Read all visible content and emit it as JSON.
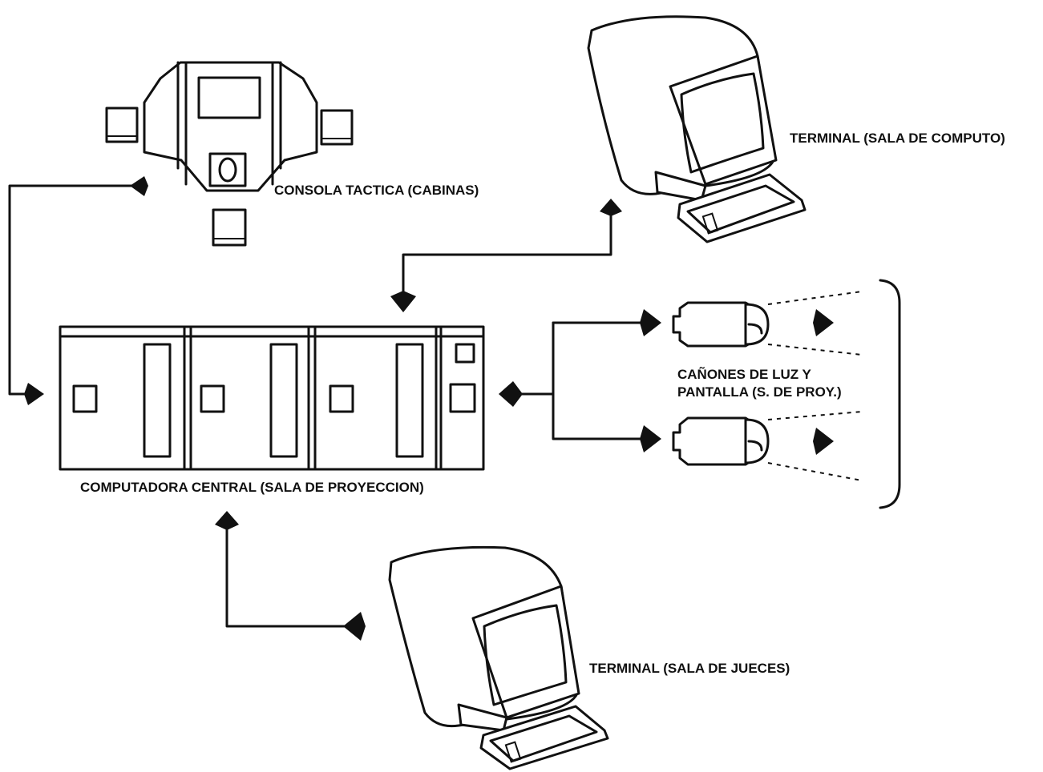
{
  "labels": {
    "consola": "CONSOLA TACTICA (CABINAS)",
    "terminal_computo": "TERMINAL (SALA DE COMPUTO)",
    "computadora": "COMPUTADORA  CENTRAL  (SALA DE PROYECCION)",
    "canones_line1": "CAÑONES DE LUZ  Y",
    "canones_line2": "PANTALLA (S. DE PROY.)",
    "terminal_jueces": "TERMINAL (SALA DE JUECES)"
  },
  "colors": {
    "ink": "#111111",
    "paper": "#ffffff"
  }
}
